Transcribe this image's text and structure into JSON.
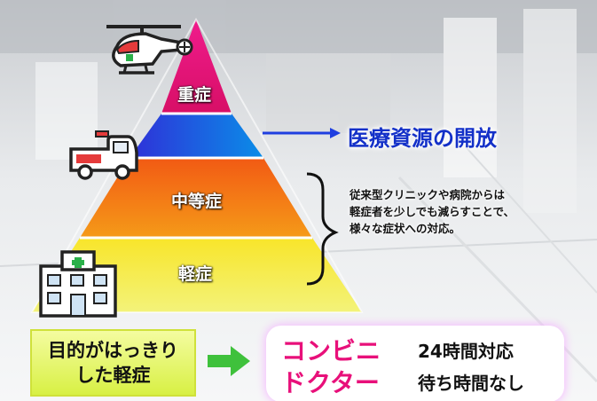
{
  "pyramid": {
    "tier1_label": "重症",
    "tier3_label": "中等症",
    "tier4_label": "軽症"
  },
  "headline": "医療資源の開放",
  "description": {
    "line1": "従来型クリニックや病院からは",
    "line2": "軽症者を少しでも減らすことで、",
    "line3": "様々な症状への対応。"
  },
  "left_box": {
    "line1": "目的がはっきり",
    "line2": "した軽症"
  },
  "right_box": {
    "brand_line1": "コンビニ",
    "brand_line2": "ドクター",
    "feature1": "24時間対応",
    "feature2": "待ち時間なし"
  },
  "icons": [
    "helicopter-icon",
    "ambulance-icon",
    "hospital-icon",
    "arrow-right-icon"
  ],
  "colors": {
    "tier1": "#e3167a",
    "tier2": "#1a3fe0",
    "tier3": "#f07a12",
    "tier4": "#f4ef3a",
    "headline": "#1330c8",
    "brand": "#e8107a",
    "arrow_green": "#3fc13c"
  }
}
